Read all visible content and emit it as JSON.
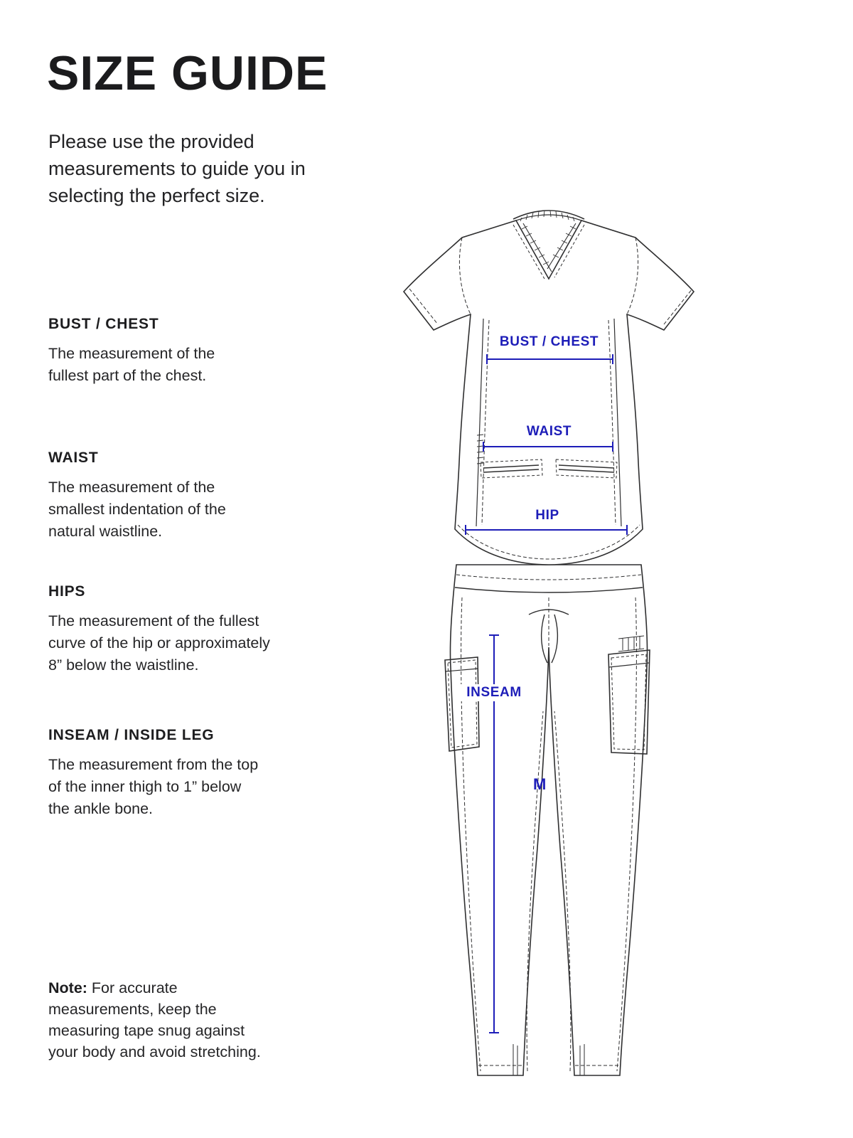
{
  "header": {
    "title": "SIZE GUIDE"
  },
  "intro": {
    "lines": [
      "Please use the provided",
      "measurements to guide you in",
      "selecting the perfect size."
    ]
  },
  "sections": [
    {
      "heading": "BUST / CHEST",
      "lines": [
        "The measurement of the",
        "fullest part of the chest."
      ]
    },
    {
      "heading": "WAIST",
      "lines": [
        "The measurement of the",
        "smallest indentation of the",
        "natural waistline."
      ]
    },
    {
      "heading": "HIPS",
      "lines": [
        "The measurement of the fullest",
        "curve of the hip or approximately",
        "8” below the waistline."
      ]
    },
    {
      "heading": "INSEAM / INSIDE LEG",
      "lines": [
        "The measurement from the top",
        "of the inner thigh to 1” below",
        "the ankle bone."
      ]
    }
  ],
  "note": {
    "label": "Note:",
    "lines": [
      "For accurate",
      "measurements, keep the",
      "measuring tape snug against",
      "your body and avoid stretching."
    ]
  },
  "diagram": {
    "labels": {
      "bust": "BUST / CHEST",
      "waist": "WAIST",
      "hip": "HIP",
      "inseam": "INSEAM",
      "size": "M"
    },
    "accent_color": "#1d1db8",
    "line_color": "#2f2f30"
  }
}
